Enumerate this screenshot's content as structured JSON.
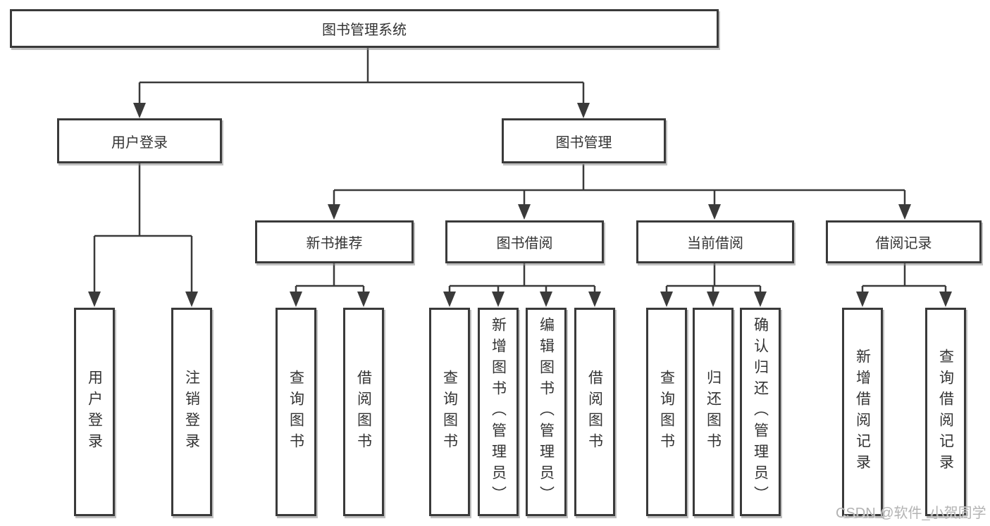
{
  "colors": {
    "line": "#3a3a3a",
    "box_border": "#3a3a3a",
    "text": "#333333",
    "watermark": "#b3b3b3",
    "background": "#ffffff"
  },
  "watermark": "CSDN @软件_小贺同学",
  "tree": {
    "root": "图书管理系统",
    "branches": [
      {
        "label": "用户登录",
        "children": [
          "用户登录",
          "注销登录"
        ]
      },
      {
        "label": "图书管理",
        "groups": [
          {
            "label": "新书推荐",
            "children": [
              "查询图书",
              "借阅图书"
            ]
          },
          {
            "label": "图书借阅",
            "children": [
              "查询图书",
              "新增图书（管理员）",
              "编辑图书（管理员）",
              "借阅图书"
            ]
          },
          {
            "label": "当前借阅",
            "children": [
              "查询图书",
              "归还图书",
              "确认归还（管理员）"
            ]
          },
          {
            "label": "借阅记录",
            "children": [
              "新增借阅记录",
              "查询借阅记录"
            ]
          }
        ]
      }
    ]
  }
}
